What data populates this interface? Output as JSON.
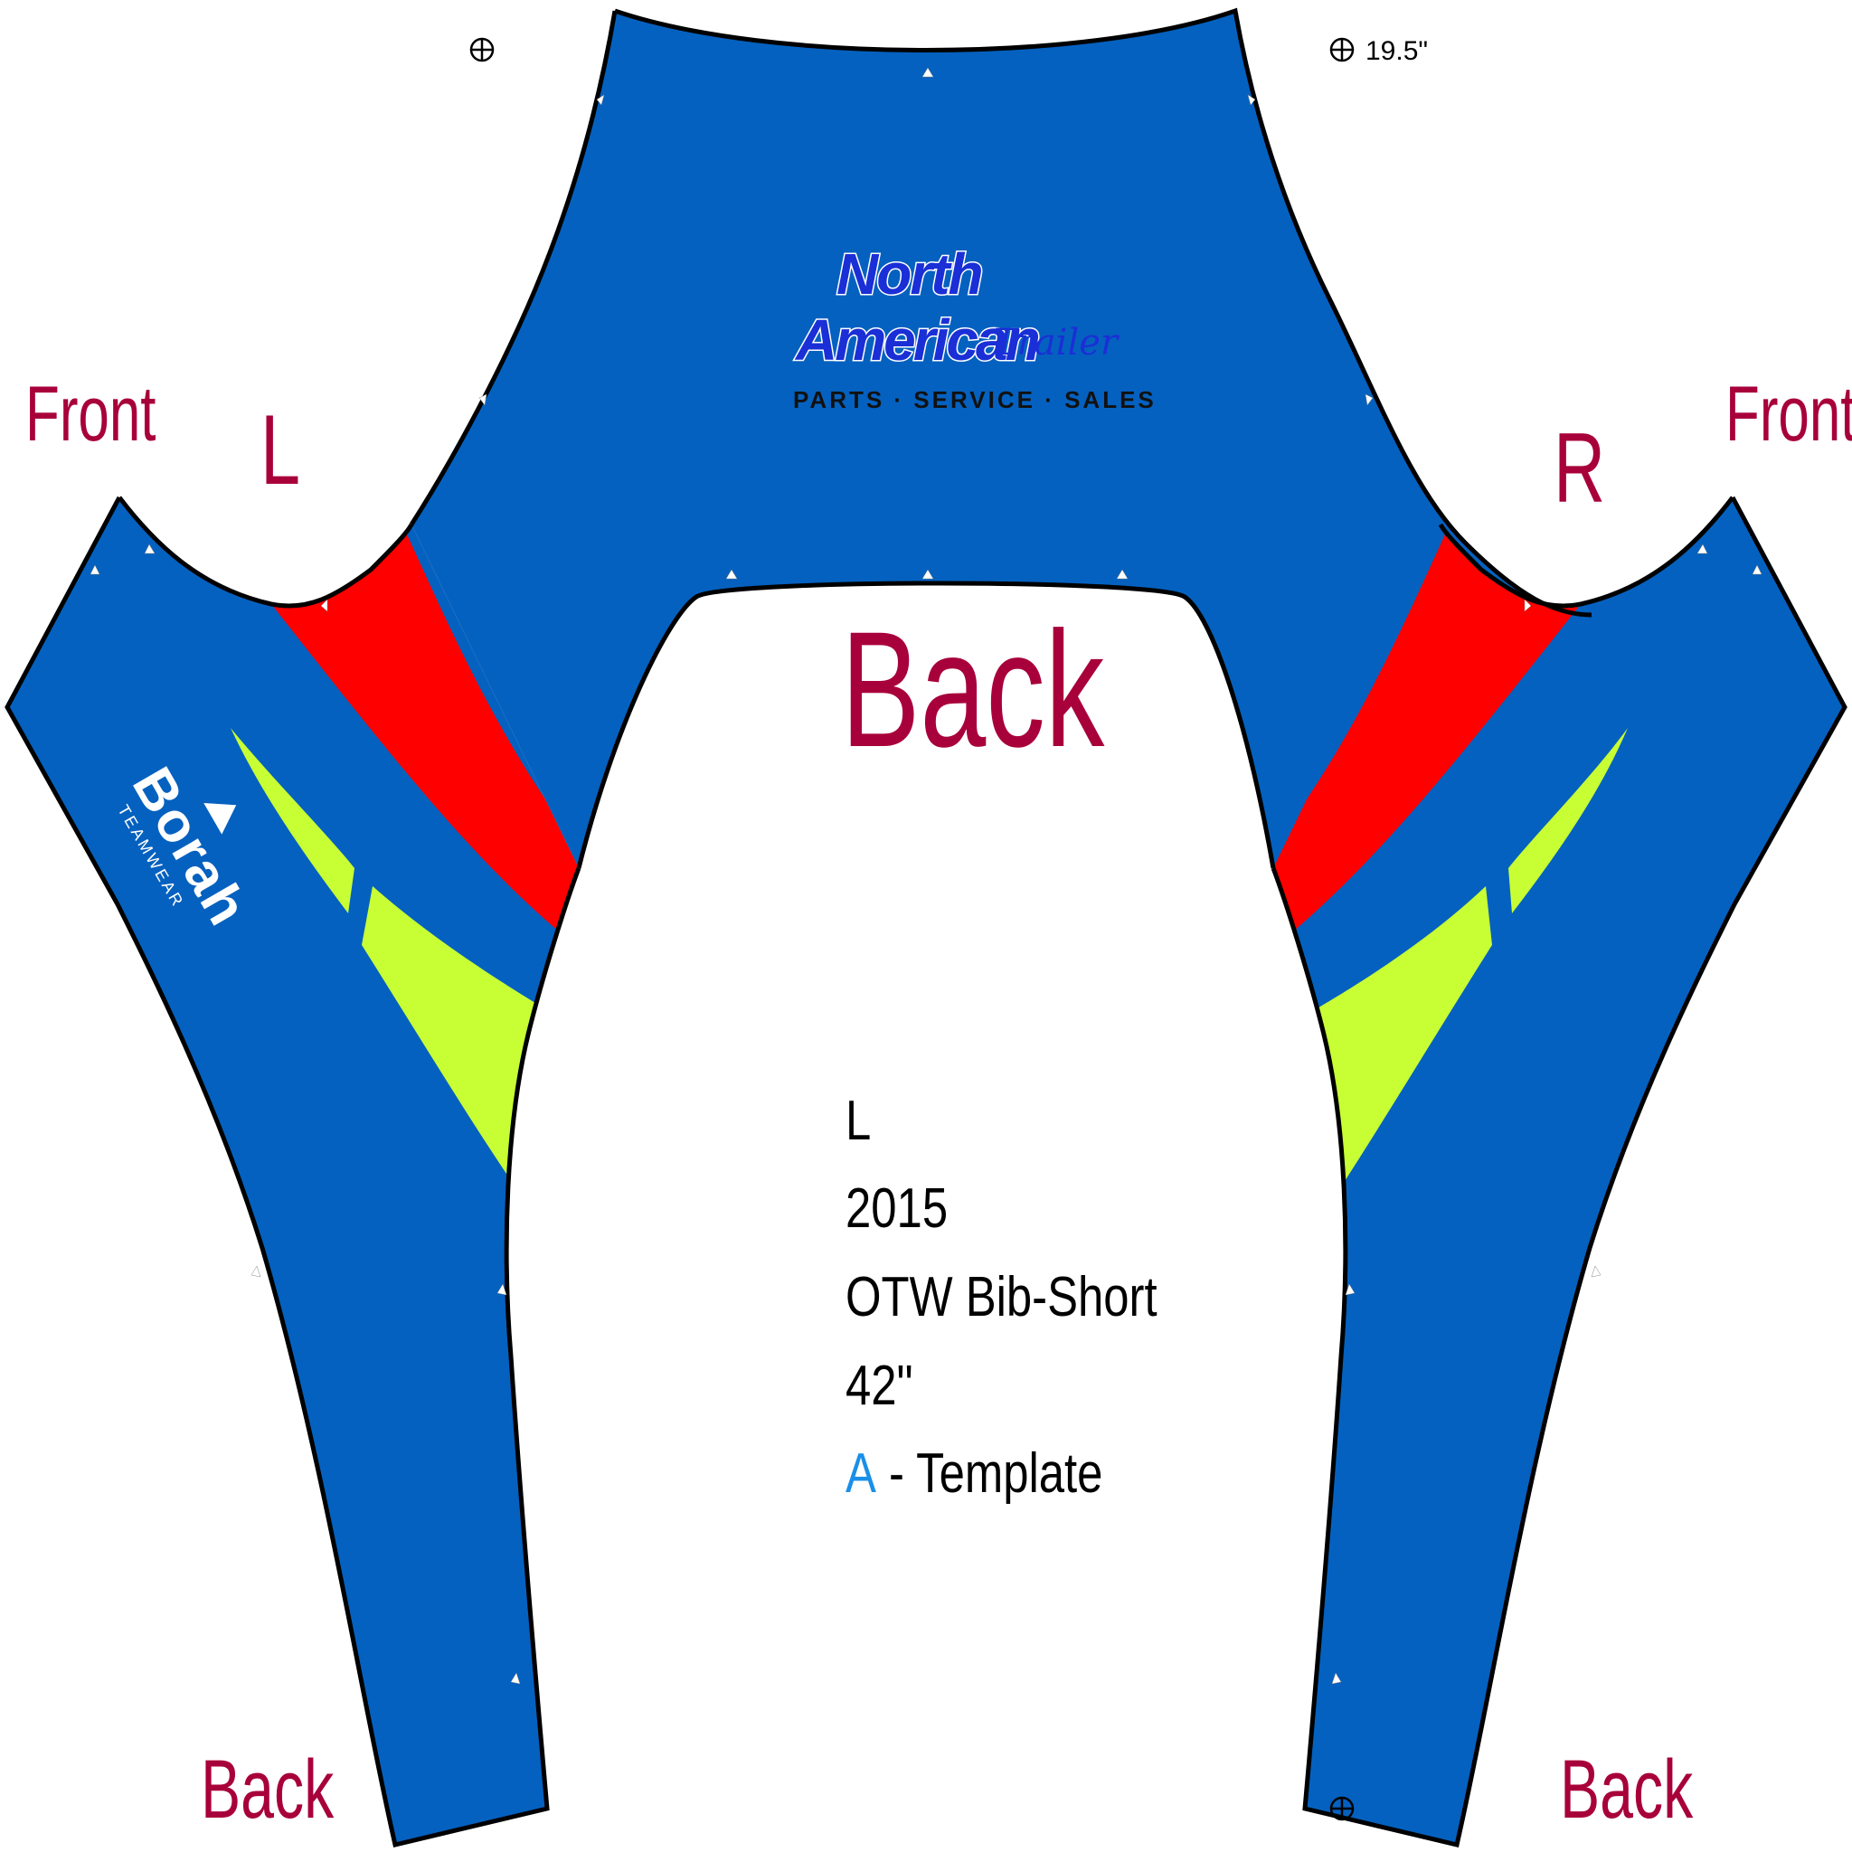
{
  "colors": {
    "blue": "#0561bf",
    "red": "#ff0000",
    "lime": "#c8ff34",
    "label": "#a8003a",
    "template_letter": "#1a8fe8",
    "outline": "#000000"
  },
  "labels": {
    "front_left": "Front",
    "front_right": "Front",
    "side_left": "L",
    "side_right": "R",
    "back_center": "Back",
    "back_bottom_left": "Back",
    "back_bottom_right": "Back",
    "measure_top_right": "19.5\""
  },
  "logo_north_american": {
    "line1": "North",
    "line2": "American",
    "script": "Trailer",
    "tagline": "PARTS · SERVICE · SALES"
  },
  "logo_borah": {
    "wordmark": "Borah",
    "subtitle": "TEAMWEAR"
  },
  "info": {
    "size": "L",
    "year": "2015",
    "product": "OTW Bib-Short",
    "length": "42\"",
    "template_letter": "A",
    "template_suffix": " - Template"
  },
  "icons": [
    "registration-mark-icon",
    "registration-mark-icon",
    "registration-mark-icon"
  ]
}
